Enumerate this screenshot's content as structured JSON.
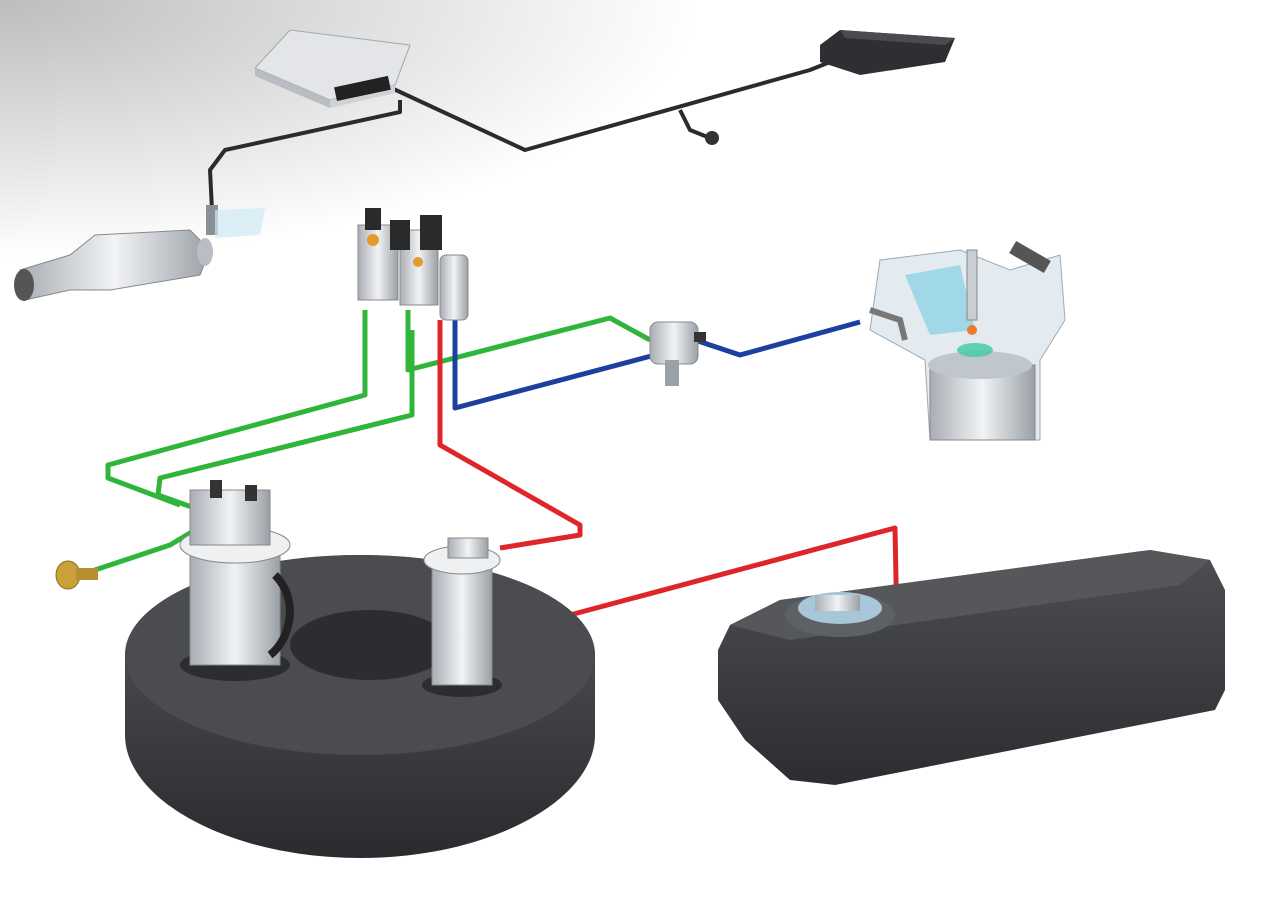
{
  "colors": {
    "background": "#ffffff",
    "vignette": "#c8c8c8",
    "tank": "#3a3b3e",
    "tank_highlight": "#5a5b5f",
    "wire": "#2b2b2b",
    "green_line": "#2fb53a",
    "blue_line": "#1c3fa0",
    "red_line": "#e0252a",
    "metal": "#d9dde2",
    "ecu": "#e3e5e8",
    "engine_tint": "#8fd3e6"
  },
  "components": [
    "control-unit",
    "connector-module",
    "oxygen-sensor",
    "catalytic-converter",
    "valve-block",
    "injector",
    "engine-cylinder",
    "toroidal-tank",
    "tank-pump-unit",
    "tank-valve-unit",
    "filler-valve",
    "fuel-tank"
  ]
}
